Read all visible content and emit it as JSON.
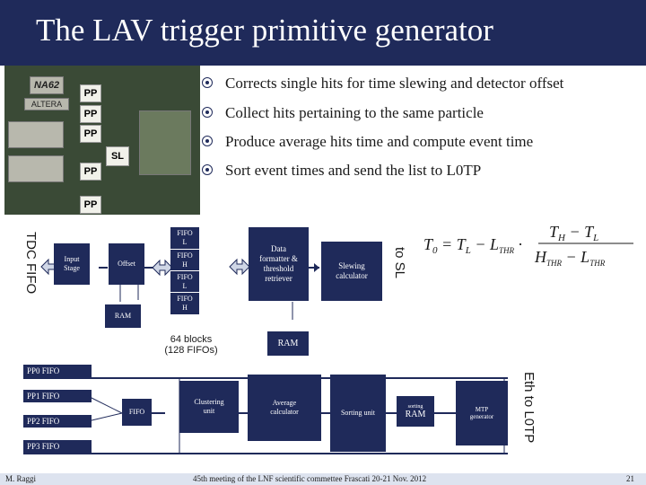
{
  "title": "The LAV trigger primitive generator",
  "bullets": [
    "Corrects single hits for time slewing and detector offset",
    "Collect hits pertaining to the same particle",
    "Produce average hits time and compute event time",
    "Sort event times and send the list to L0TP"
  ],
  "photo_labels": {
    "pp": [
      "PP",
      "PP",
      "PP",
      "PP",
      "PP"
    ],
    "sl": "SL",
    "nag2": "NA62",
    "altera": "ALTERA"
  },
  "diagram_top": {
    "tdc_fifo": "TDC FIFO",
    "to_sl": "to SL",
    "input_stage": "Input\nStage",
    "offset": "Offset",
    "ram_left": "RAM",
    "fifo_l_1": "FIFO\nL",
    "fifo_h_1": "FIFO\nH",
    "fifo_l_2": "FIFO\nL",
    "fifo_h_2": "FIFO\nH",
    "blocks_caption": "64 blocks\n(128 FIFOs)",
    "data_formatter": "Data\nformatter &\nthreshold\nretriever",
    "slewing_calculator": "Slewing\ncalculator",
    "ram_bottom": "RAM"
  },
  "formula": "T₀ = T_L − L_THR · (T_H − T_L) / (H_THR − L_THR)",
  "diagram_bottom": {
    "eth_to_l0tp": "Eth to L0TP",
    "pp0_fifo": "PP0 FIFO",
    "pp1_fifo": "PP1 FIFO",
    "pp2_fifo": "PP2 FIFO",
    "pp3_fifo": "PP3 FIFO",
    "fifo": "FIFO",
    "clustering_unit": "Clustering\nunit",
    "average_calculator": "Average\ncalculator",
    "sorting_unit": "Sorting unit",
    "sorting_ram_small": "sorting",
    "sorting_ram": "RAM",
    "mtp_generator": "MTP\ngenerator"
  },
  "footer": {
    "author": "M. Raggi",
    "event": "45th meeting of the LNF scientific commettee Frascati 20-21 Nov. 2012",
    "page": "21"
  },
  "colors": {
    "accent": "#1f2a5a",
    "footer_bg": "#dde3ef"
  }
}
